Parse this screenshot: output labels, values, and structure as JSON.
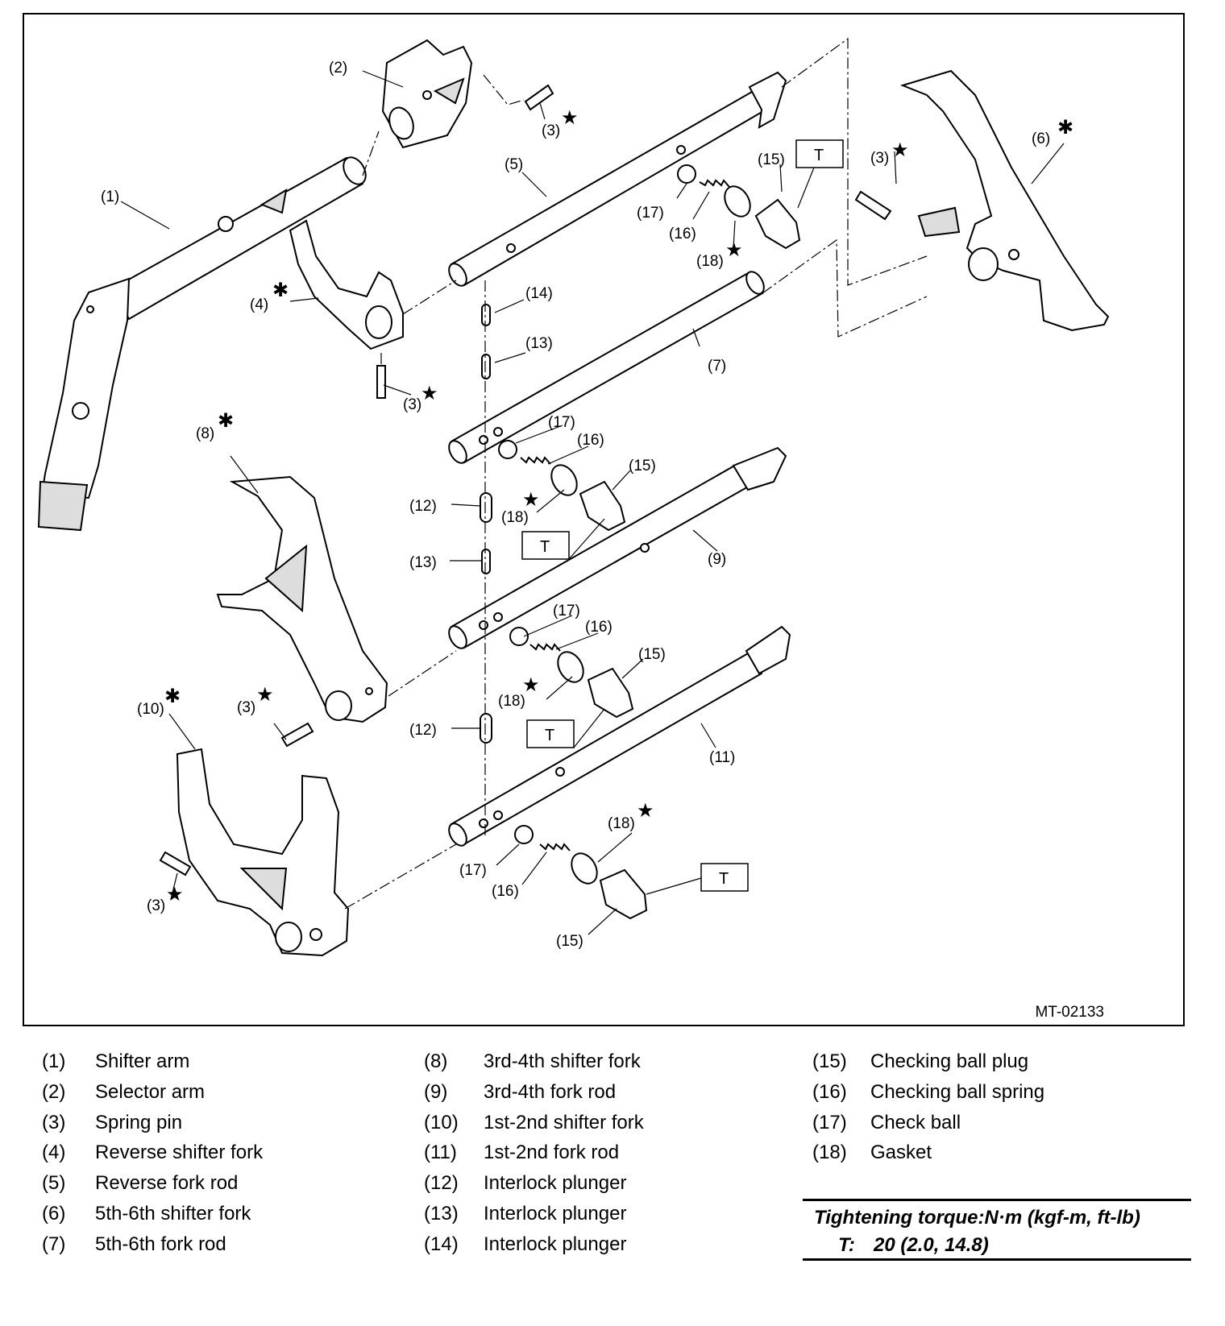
{
  "figure_id": "MT-02133",
  "callouts": {
    "c1": "(1)",
    "c2": "(2)",
    "c3": "(3)",
    "c4": "(4)",
    "c5": "(5)",
    "c6": "(6)",
    "c7": "(7)",
    "c8": "(8)",
    "c9": "(9)",
    "c10": "(10)",
    "c11": "(11)",
    "c12": "(12)",
    "c13": "(13)",
    "c14": "(14)",
    "c15": "(15)",
    "c16": "(16)",
    "c17": "(17)",
    "c18": "(18)"
  },
  "torque_symbol": "T",
  "star_symbol": "★",
  "asterisk_symbol": "✱",
  "legend": [
    {
      "num": "(1)",
      "name": "Shifter arm"
    },
    {
      "num": "(2)",
      "name": "Selector arm"
    },
    {
      "num": "(3)",
      "name": "Spring pin"
    },
    {
      "num": "(4)",
      "name": "Reverse shifter fork"
    },
    {
      "num": "(5)",
      "name": "Reverse fork rod"
    },
    {
      "num": "(6)",
      "name": "5th-6th shifter fork"
    },
    {
      "num": "(7)",
      "name": "5th-6th fork rod"
    },
    {
      "num": "(8)",
      "name": "3rd-4th shifter fork"
    },
    {
      "num": "(9)",
      "name": "3rd-4th fork rod"
    },
    {
      "num": "(10)",
      "name": "1st-2nd shifter fork"
    },
    {
      "num": "(11)",
      "name": "1st-2nd fork rod"
    },
    {
      "num": "(12)",
      "name": "Interlock plunger"
    },
    {
      "num": "(13)",
      "name": "Interlock plunger"
    },
    {
      "num": "(14)",
      "name": "Interlock plunger"
    },
    {
      "num": "(15)",
      "name": "Checking ball plug"
    },
    {
      "num": "(16)",
      "name": "Checking ball spring"
    },
    {
      "num": "(17)",
      "name": "Check ball"
    },
    {
      "num": "(18)",
      "name": "Gasket"
    }
  ],
  "torque": {
    "title": "Tightening torque:N·m (kgf-m, ft-lb)",
    "label": "T:",
    "value": "20 (2.0, 14.8)"
  }
}
